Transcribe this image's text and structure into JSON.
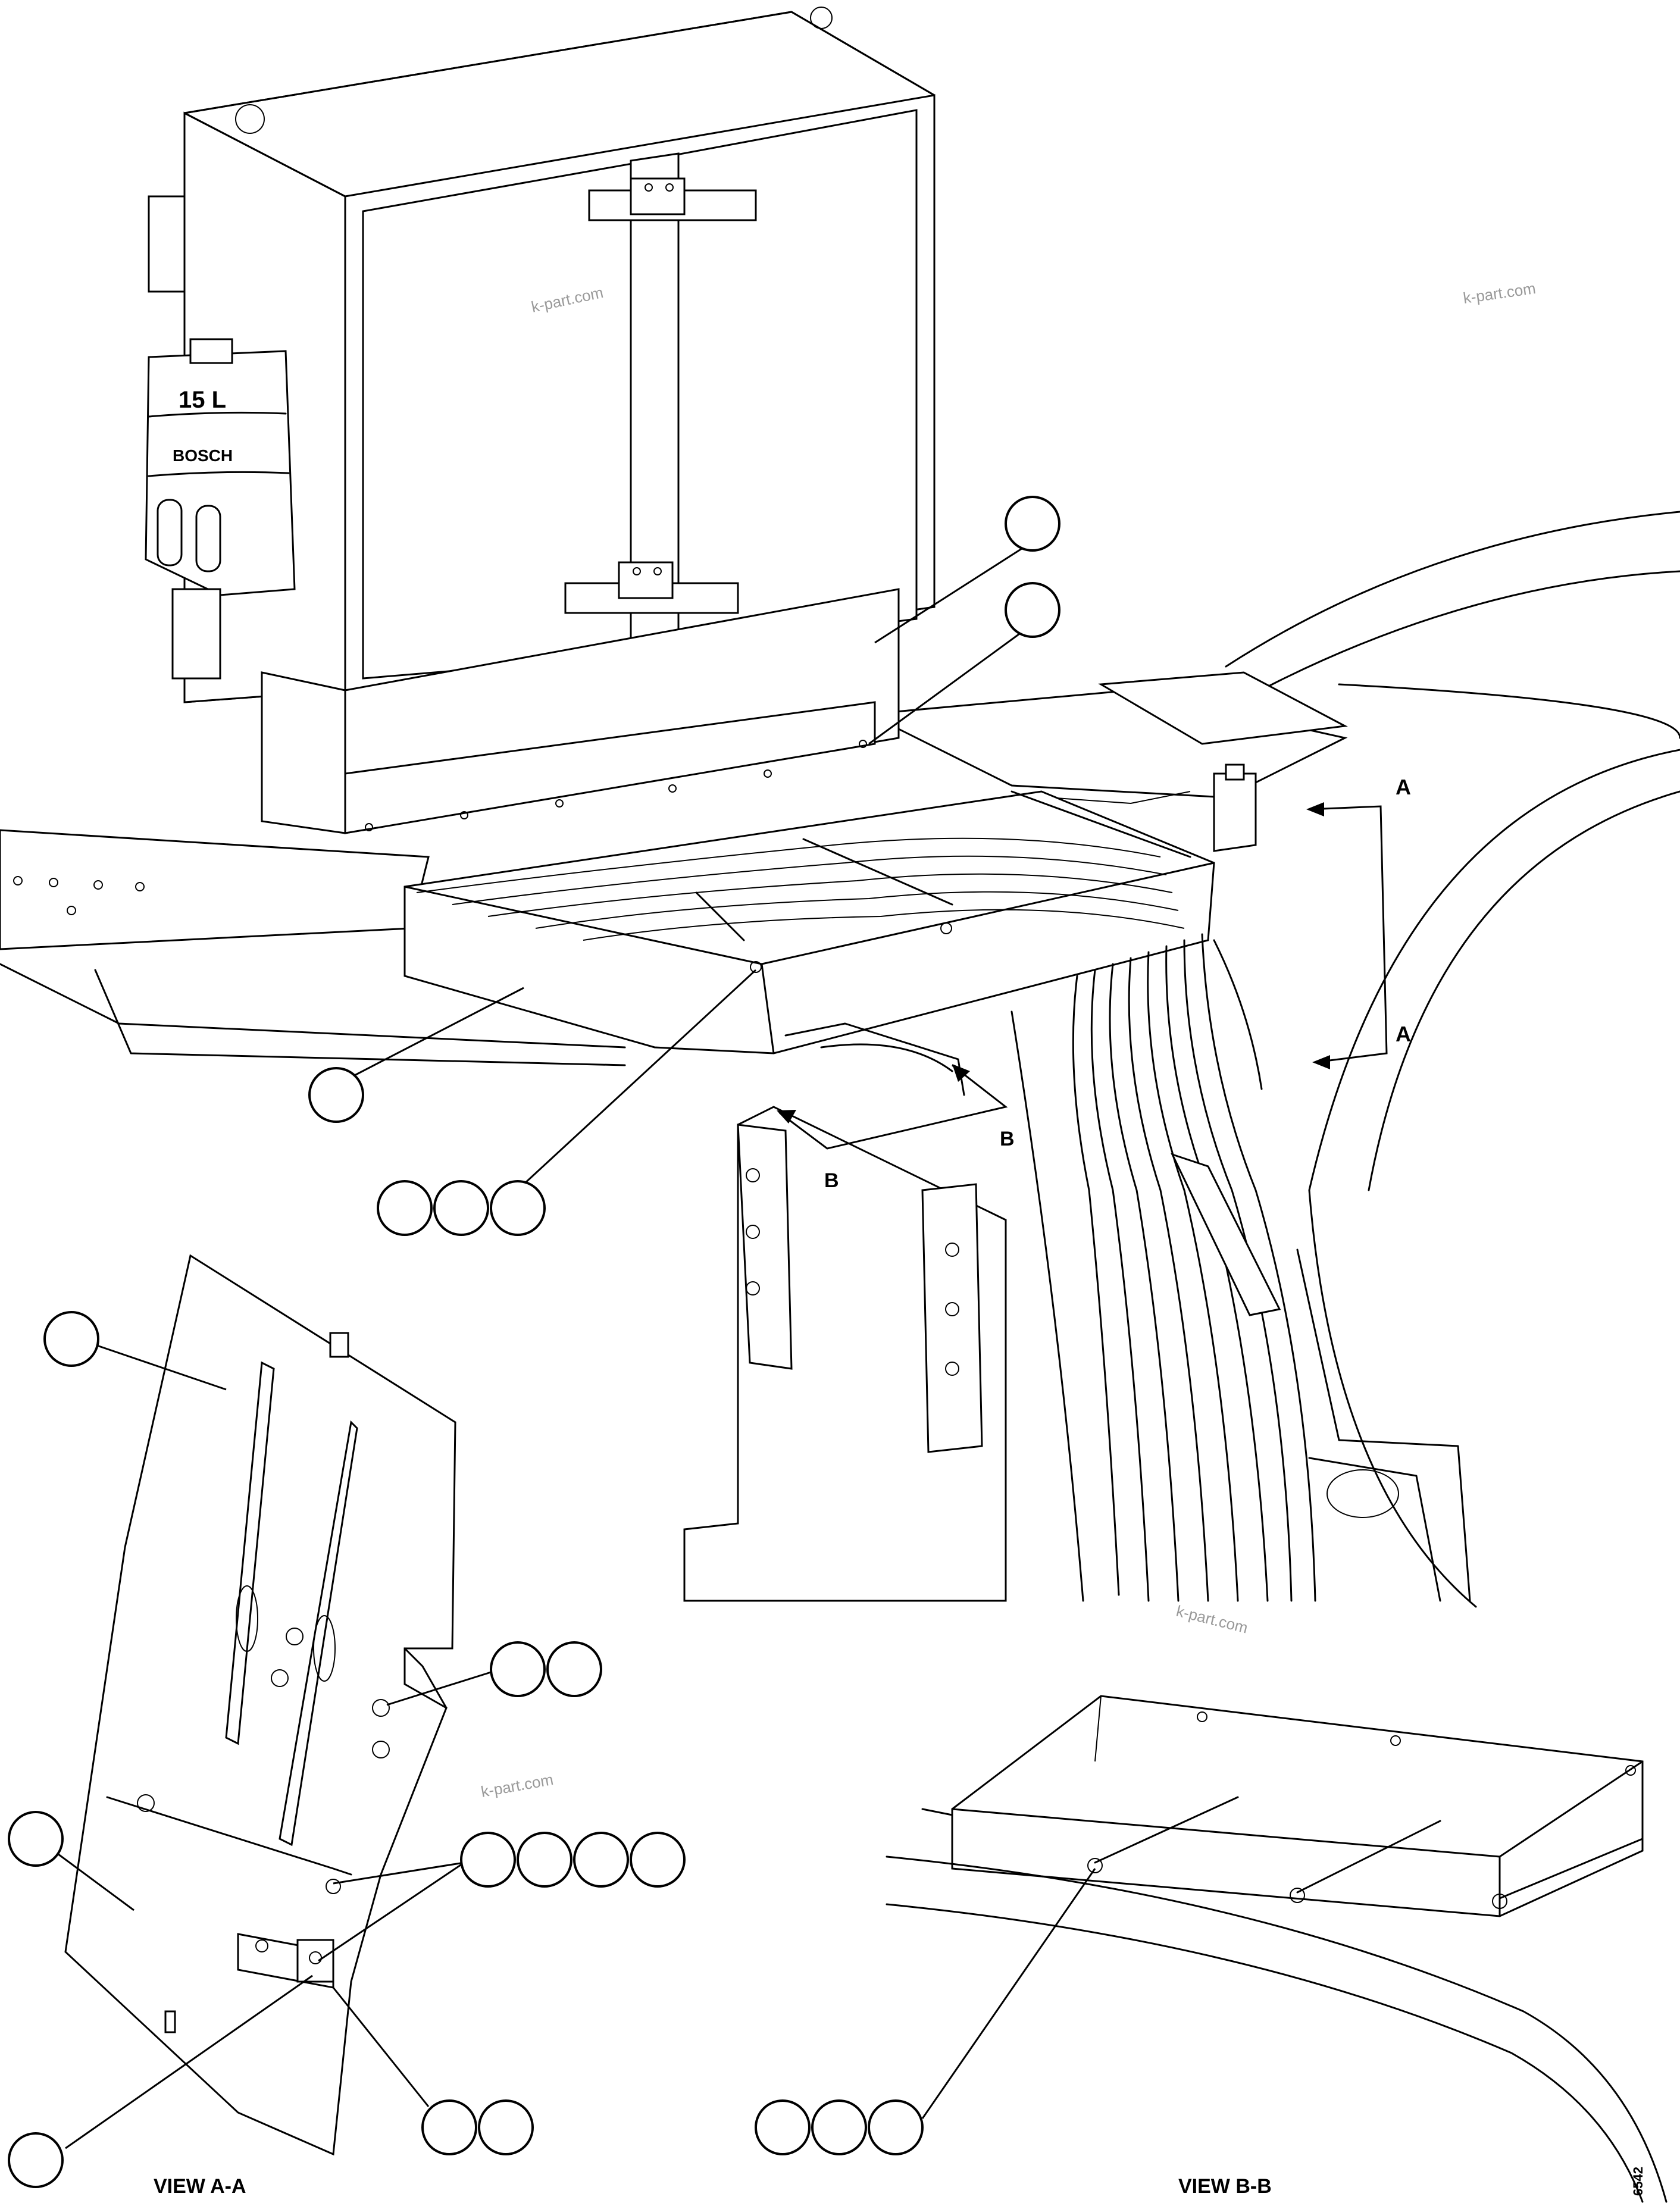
{
  "watermark": "k-part.com",
  "tank_volume_label": "15 L",
  "tank_brand": "BOSCH",
  "view_marker_a": "A",
  "view_marker_b": "B",
  "view_a_caption": "VIEW A-A",
  "view_b_caption": "VIEW B-B",
  "drawing_number": "6542",
  "colors": {
    "line": "#000000",
    "background": "#ffffff",
    "watermark": "#999999"
  }
}
